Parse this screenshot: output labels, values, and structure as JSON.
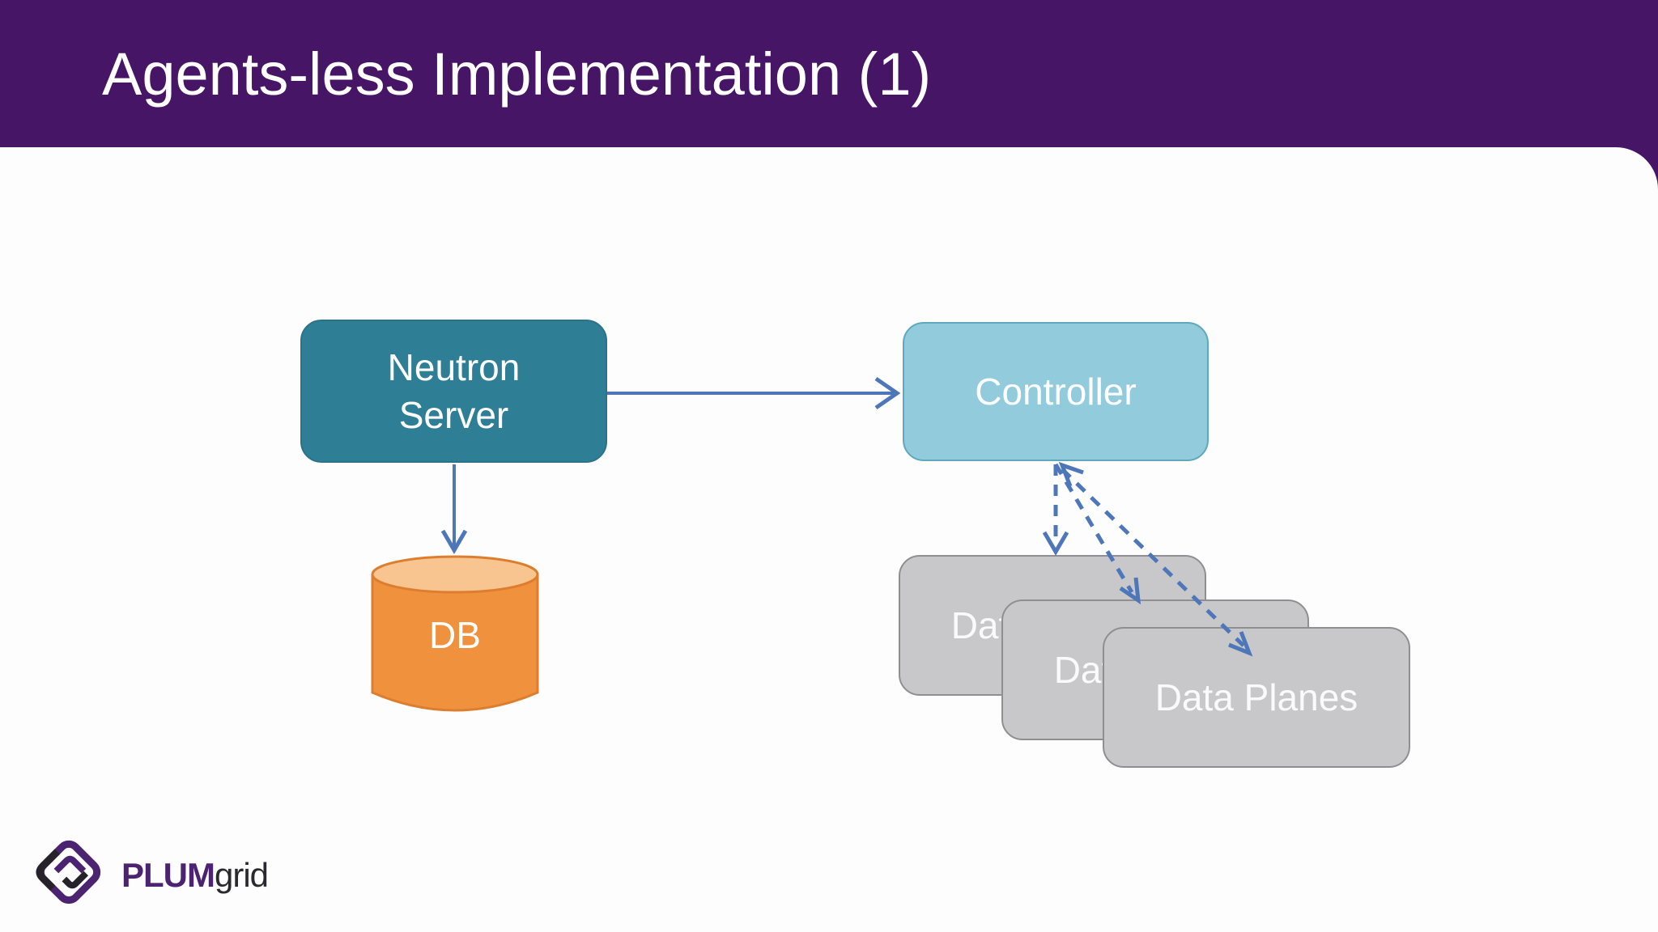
{
  "slide": {
    "title": "Agents-less Implementation (1)"
  },
  "header": {
    "background_color": "#471566",
    "title_color": "#FFFFFF"
  },
  "diagram": {
    "neutron_server": {
      "label": "Neutron\nServer",
      "fill": "#2E7E95",
      "text_color": "#FFFFFF"
    },
    "controller": {
      "label": "Controller",
      "fill": "#92CBDC",
      "border": "#5FA8BF",
      "text_color": "#FFFFFF"
    },
    "db": {
      "label": "DB",
      "shape": "cylinder",
      "fill": "#F0913E",
      "top_fill": "#F8C48F",
      "border": "#DD7E2F",
      "text_color": "#FFFFFF"
    },
    "data_planes": {
      "label": "Data Planes",
      "stack_count": 3,
      "fill": "#C8C8CB",
      "border": "#8F8F93",
      "text_color": "#FAFAFA"
    },
    "arrow_color": "#4E77BA",
    "connections": [
      {
        "from": "Neutron Server",
        "to": "Controller",
        "style": "solid",
        "direction": "one-way"
      },
      {
        "from": "Neutron Server",
        "to": "DB",
        "style": "solid",
        "direction": "one-way"
      },
      {
        "from": "Controller",
        "to": "Data Plane 1",
        "style": "dashed",
        "direction": "one-way"
      },
      {
        "from": "Controller",
        "to": "Data Plane 2",
        "style": "dashed",
        "direction": "one-way"
      },
      {
        "from": "Controller",
        "to": "Data Plane 3",
        "style": "dashed",
        "direction": "two-way"
      }
    ]
  },
  "footer": {
    "logo": {
      "bold": "PLUM",
      "light": "grid",
      "purple": "#4B2371",
      "dark": "#2A2A2E"
    }
  }
}
